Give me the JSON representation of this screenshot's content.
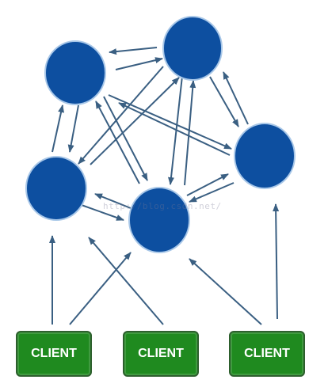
{
  "diagram": {
    "server_color": "#0d4fa0",
    "server_stroke": "#a8c7e8",
    "arrow_color": "#3a5f82",
    "client_fill": "#1f8a1f",
    "client_border": "#2d5f2d",
    "clients": [
      {
        "label": "CLIENT"
      },
      {
        "label": "CLIENT"
      },
      {
        "label": "CLIENT"
      }
    ],
    "watermark": "http://blog.csdn.net/"
  }
}
